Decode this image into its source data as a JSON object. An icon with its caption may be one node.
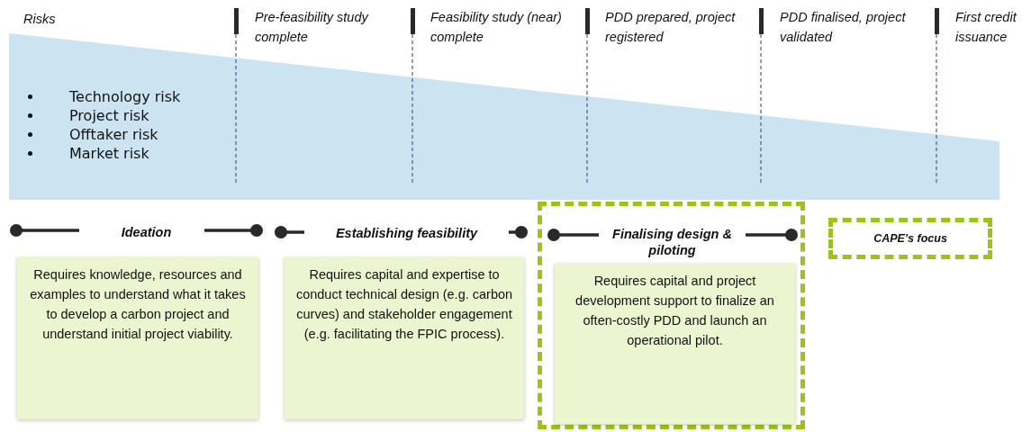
{
  "diagram": {
    "nodes": [
      {
        "text": [
          "Technology risk",
          "Project risk",
          "Offtaker risk",
          "Market risk"
        ]
      },
      {
        "text": [
          "Ideation",
          "Requires knowledge, resources and examples to understand what it takes to develop a carbon project and understand initial project viability."
        ]
      },
      {
        "text": [
          "Establishing feasibility",
          "Requires capital and expertise to conduct technical design (e.g. carbon curves) and stakeholder engagement (e.g. facilitating the FPIC process)."
        ]
      },
      {
        "text": [],
        "shape": "box"
      },
      {
        "text": [
          "Finalising design & piloting",
          "Requires capital and project development support to finalize an often-costly PDD and launch an operational pilot."
        ],
        "in": 3
      },
      {
        "text": [
          "CAPE’s focus"
        ]
      }
    ],
    "labels": [
      "Risks",
      "Pre-feasibility study complete",
      "Feasibility study (near) complete",
      "PDD prepared, project registered",
      "PDD finalised, project validated",
      "First credit issuance"
    ]
  }
}
